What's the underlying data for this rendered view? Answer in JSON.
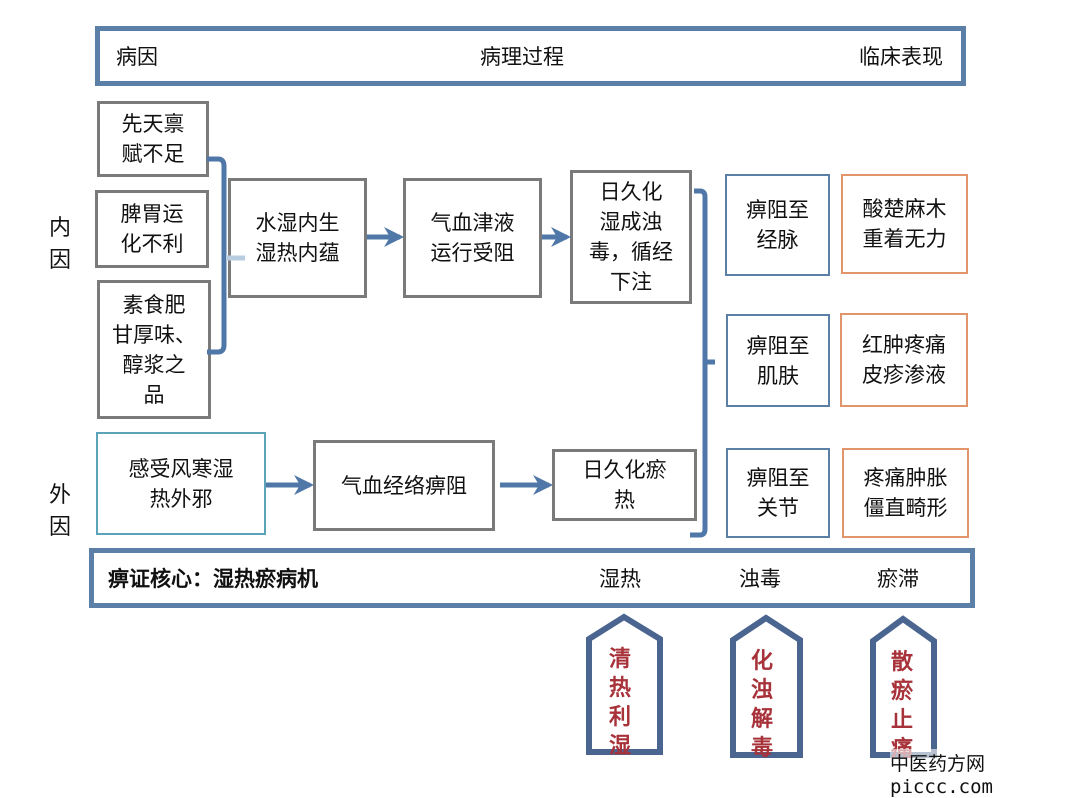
{
  "header": {
    "cause": "病因",
    "process": "病理过程",
    "manifestation": "临床表现"
  },
  "side_labels": {
    "internal": "内因",
    "external": "外因"
  },
  "internal_causes": [
    {
      "text": "先天禀\n赋不足"
    },
    {
      "text": "脾胃运\n化不利"
    },
    {
      "text": "素食肥\n甘厚味、\n醇浆之\n品"
    }
  ],
  "internal_chain": [
    {
      "text": "水湿内生\n湿热内蕴"
    },
    {
      "text": "气血津液\n运行受阻"
    },
    {
      "text": "日久化\n湿成浊\n毒，循经\n下注"
    }
  ],
  "external_chain": [
    {
      "text": "感受风寒湿\n热外邪"
    },
    {
      "text": "气血经络痹阻"
    },
    {
      "text": "日久化瘀\n热"
    }
  ],
  "locations": [
    {
      "text": "痹阻至\n经脉",
      "symptom": "酸楚麻木\n重着无力"
    },
    {
      "text": "痹阻至\n肌肤",
      "symptom": "红肿疼痛\n皮疹渗液"
    },
    {
      "text": "痹阻至\n关节",
      "symptom": "疼痛肿胀\n僵直畸形"
    }
  ],
  "core": {
    "label": "痹证核心：湿热瘀病机",
    "items": [
      "湿热",
      "浊毒",
      "瘀滞"
    ]
  },
  "treatments": [
    "清热利湿",
    "化浊解毒",
    "散瘀止痛"
  ],
  "watermark": "中医药方网 piccc.com",
  "colors": {
    "band_border": "#5b7fa6",
    "connector": "#4f78a8",
    "gray_box": "#7a7a7a",
    "location_box": "#5b7fa6",
    "symptom_box": "#e0956a",
    "external_box": "#5aa3b8",
    "treatment_text": "#a8323a",
    "shield_border": "#4a6690"
  }
}
